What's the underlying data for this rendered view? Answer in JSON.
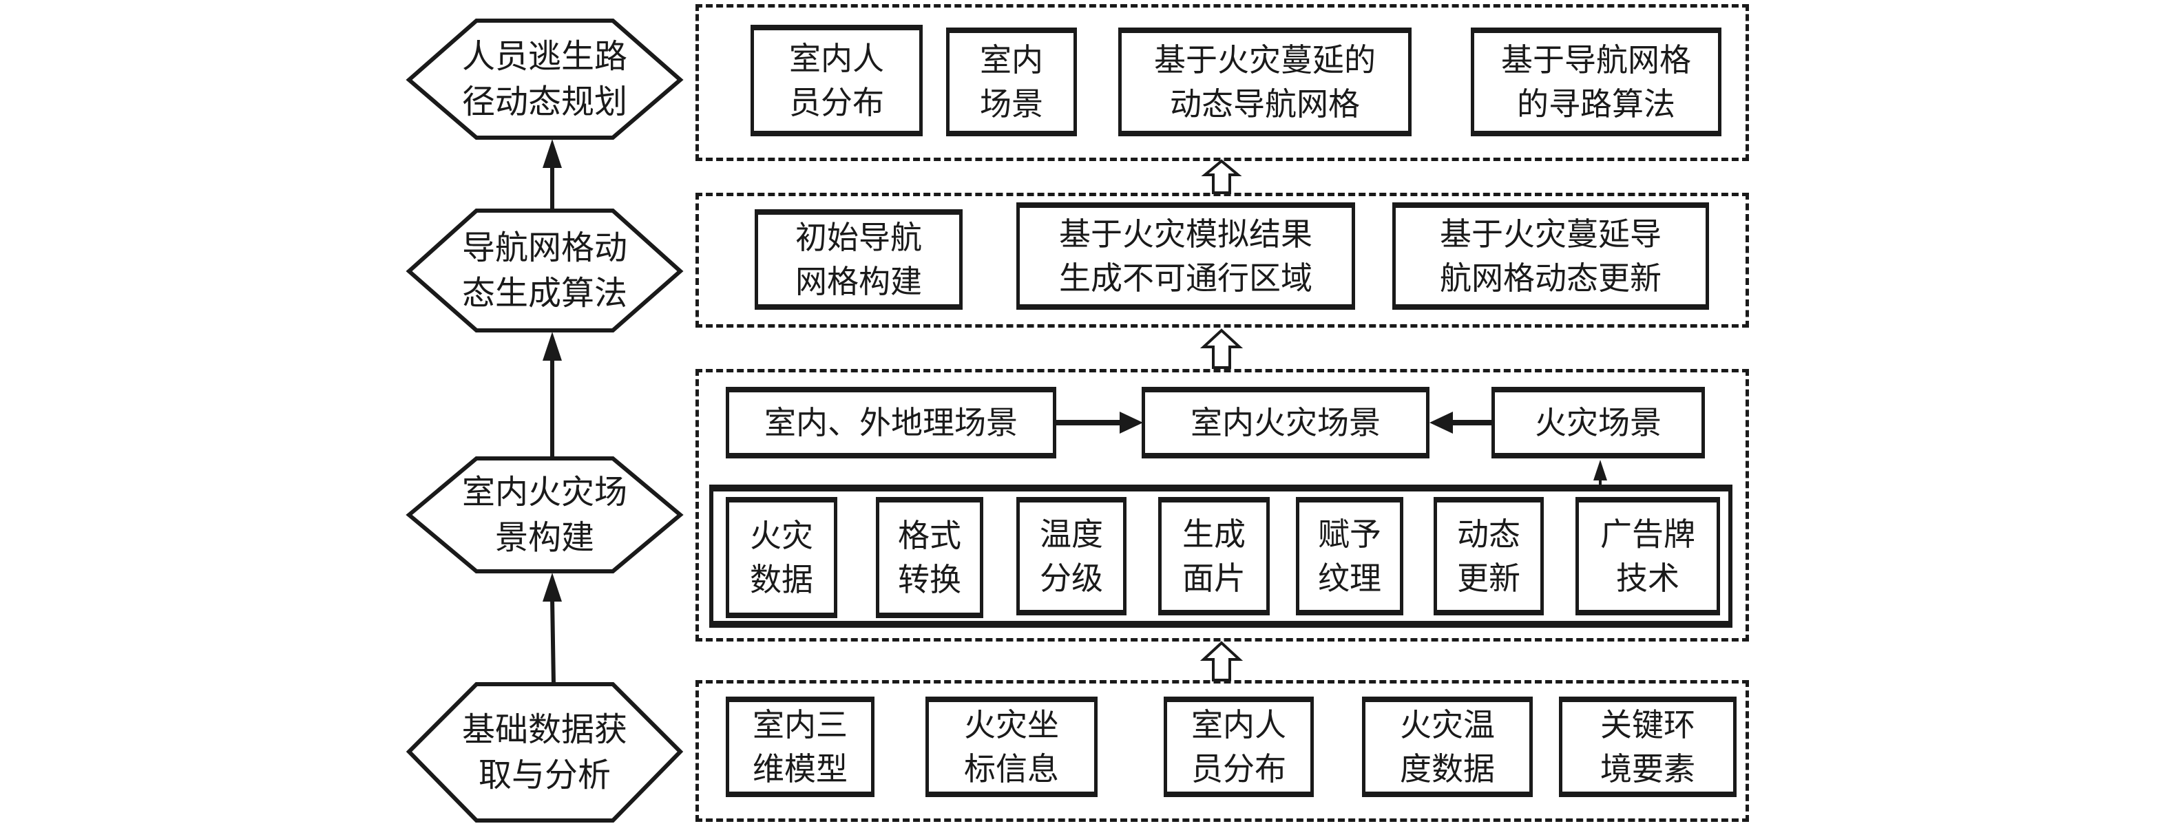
{
  "diagram": {
    "stages": [
      {
        "id": "stage-4",
        "label": "人员逃生路\n径动态规划"
      },
      {
        "id": "stage-3",
        "label": "导航网格动\n态生成算法"
      },
      {
        "id": "stage-2",
        "label": "室内火灾场\n景构建"
      },
      {
        "id": "stage-1",
        "label": "基础数据获\n取与分析"
      }
    ],
    "row_escape": {
      "items": [
        "室内人\n员分布",
        "室内\n场景",
        "基于火灾蔓延的\n动态导航网格",
        "基于导航网格\n的寻路算法"
      ]
    },
    "row_navmesh": {
      "items": [
        "初始导航\n网格构建",
        "基于火灾模拟结果\n生成不可通行区域",
        "基于火灾蔓延导\n航网格动态更新"
      ]
    },
    "row_scene": {
      "top_items": [
        "室内、外地理场景",
        "室内火灾场景",
        "火灾场景"
      ],
      "process_steps": [
        "火灾\n数据",
        "格式\n转换",
        "温度\n分级",
        "生成\n面片",
        "赋予\n纹理",
        "动态\n更新",
        "广告牌\n技术"
      ]
    },
    "row_data": {
      "items": [
        "室内三\n维模型",
        "火灾坐\n标信息",
        "室内人\n员分布",
        "火灾温\n度数据",
        "关键环\n境要素"
      ]
    }
  }
}
